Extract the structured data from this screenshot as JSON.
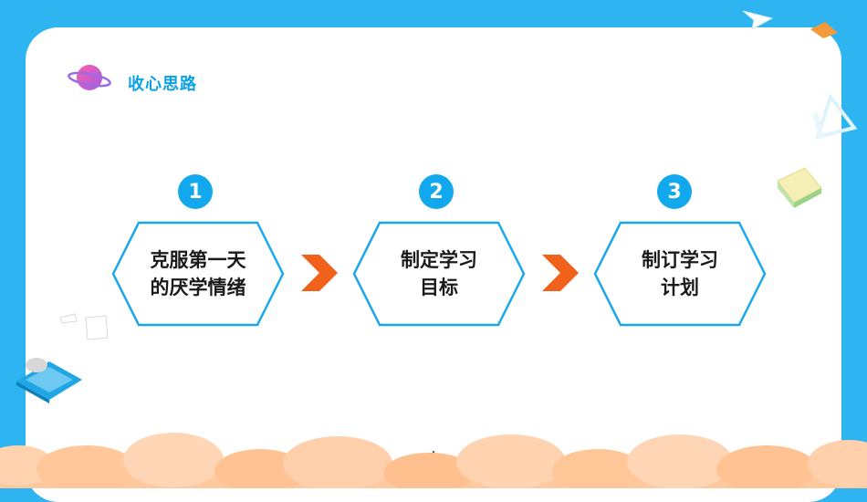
{
  "header": {
    "title": "收心思路"
  },
  "steps": [
    {
      "number": "1",
      "line1": "克服第一天",
      "line2": "的厌学情绪"
    },
    {
      "number": "2",
      "line1": "制定学习",
      "line2": "目标"
    },
    {
      "number": "3",
      "line1": "制订学习",
      "line2": "计划"
    }
  ],
  "colors": {
    "background": "#2fb4f2",
    "accent": "#12a8ee",
    "arrow": "#f2611b",
    "cloud": "#ffc9a0"
  },
  "icons": [
    "planet-icon",
    "chevron-right-icon",
    "book-icon",
    "paper-plane-icon",
    "ruler-icon",
    "notebook-icon"
  ]
}
